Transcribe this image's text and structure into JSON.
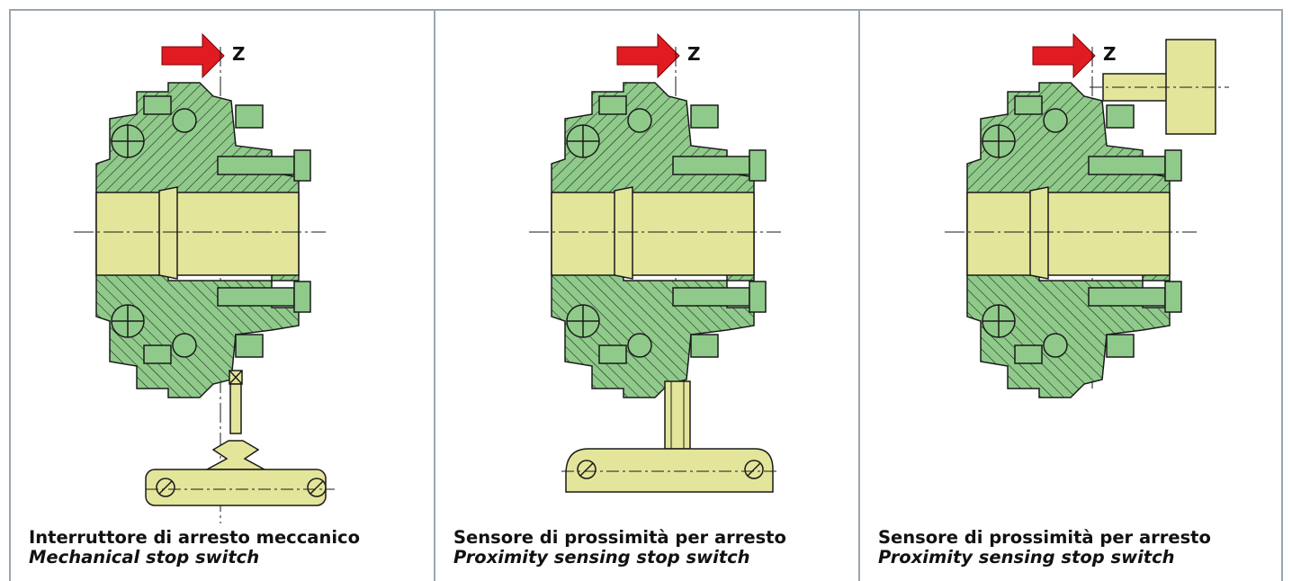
{
  "panels": [
    {
      "axis_label": "Z",
      "caption_it": "Interruttore di arresto meccanico",
      "caption_en": "Mechanical stop switch",
      "device": "mechanical-switch"
    },
    {
      "axis_label": "Z",
      "caption_it": "Sensore di prossimità per arresto",
      "caption_en": "Proximity sensing stop switch",
      "device": "proximity-sensor-bottom"
    },
    {
      "axis_label": "Z",
      "caption_it": "Sensore di prossimità per arresto",
      "caption_en": "Proximity sensing stop switch",
      "device": "proximity-sensor-top"
    }
  ],
  "colors": {
    "frame": "#9aa6ae",
    "part_green": "#8fca8a",
    "shaft_yellow": "#e3e59a",
    "arrow_red": "#e11b22",
    "outline": "#1a1a1a"
  }
}
